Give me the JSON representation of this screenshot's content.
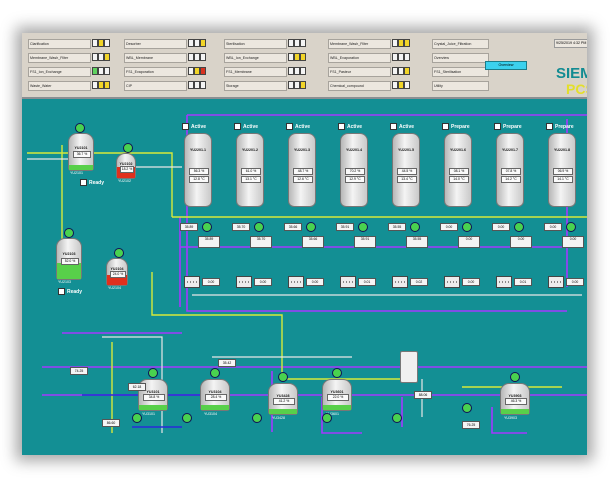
{
  "header": {
    "timestamp": "9/25/2019 4:32 PM",
    "brand": "SIEMENS",
    "brand_sub": "PCS",
    "prompt": "Overview",
    "menu_rows": [
      [
        "Clarification",
        "Desorber",
        "Sterilisation",
        "Membrane_Wash_Filter",
        "Crystal_Juice_Filtration"
      ],
      [
        "Membrane_Wash_Filter",
        "WBL_Membrane",
        "WBL_Ion_Exchange",
        "WBL_Evaporation",
        "Overview"
      ],
      [
        "FS1_Ion_Exchange",
        "FS1_Evaporation",
        "FS1_Membrane",
        "FS1_Pasteur",
        "FS1_Sterilisation"
      ],
      [
        "Waste_Water",
        "CIP",
        "Storage",
        "Chemical_compound",
        "Utility"
      ]
    ]
  },
  "top_left_tanks": [
    {
      "id": "YU2101",
      "value": "36.7 %",
      "ready": "Ready"
    },
    {
      "id": "YU2102",
      "value": "18.2 %",
      "ready": ""
    }
  ],
  "mid_left_tanks": [
    {
      "id": "YU2103",
      "value": "52.0 %",
      "ready": "Ready"
    },
    {
      "id": "YU2104",
      "value": "24.0 %",
      "ready": ""
    }
  ],
  "silos": [
    {
      "id": "YU2201.1",
      "status": "Active",
      "level": "56.3 %",
      "temp": "12.8 °C"
    },
    {
      "id": "YU2201.2",
      "status": "Active",
      "level": "61.0 %",
      "temp": "13.1 °C"
    },
    {
      "id": "YU2201.3",
      "status": "Active",
      "level": "48.7 %",
      "temp": "12.6 °C"
    },
    {
      "id": "YU2201.4",
      "status": "Active",
      "level": "70.2 %",
      "temp": "12.9 °C"
    },
    {
      "id": "YU2201.5",
      "status": "Active",
      "level": "44.5 %",
      "temp": "13.4 °C"
    },
    {
      "id": "YU2201.6",
      "status": "Prepare",
      "level": "08.1 %",
      "temp": "14.0 °C"
    },
    {
      "id": "YU2201.7",
      "status": "Prepare",
      "level": "07.8 %",
      "temp": "14.2 °C"
    },
    {
      "id": "YU2201.8",
      "status": "Prepare",
      "level": "06.9 %",
      "temp": "14.1 °C"
    }
  ],
  "flow_row": [
    "35.89",
    "35.70",
    "35.66",
    "35.91",
    "35.55",
    "0.00",
    "0.00",
    "0.00"
  ],
  "pump_row": [
    "0.00",
    "0.00",
    "0.00",
    "0.01",
    "0.02",
    "0.00",
    "0.01",
    "0.00"
  ],
  "bottom_tanks": [
    {
      "id": "YU3101",
      "value": "34.8 %"
    },
    {
      "id": "YU3104",
      "value": "28.4 %"
    },
    {
      "id": "YU3428",
      "value": "41.2 %"
    },
    {
      "id": "YU3601",
      "value": "22.0 %"
    },
    {
      "id": "YU3903",
      "value": "46.3 %"
    }
  ],
  "bottom_values": [
    "74.25",
    "62.18",
    "35.42",
    "88.06",
    "76.25",
    "86.60"
  ],
  "colors": {
    "screen_bg": "#138f94",
    "pipe_purple": "#a338ff",
    "pipe_yellow": "#d7ea3a",
    "pipe_white": "#e8e8e8",
    "fill_green": "#58d04a",
    "fill_red": "#e0301d"
  }
}
